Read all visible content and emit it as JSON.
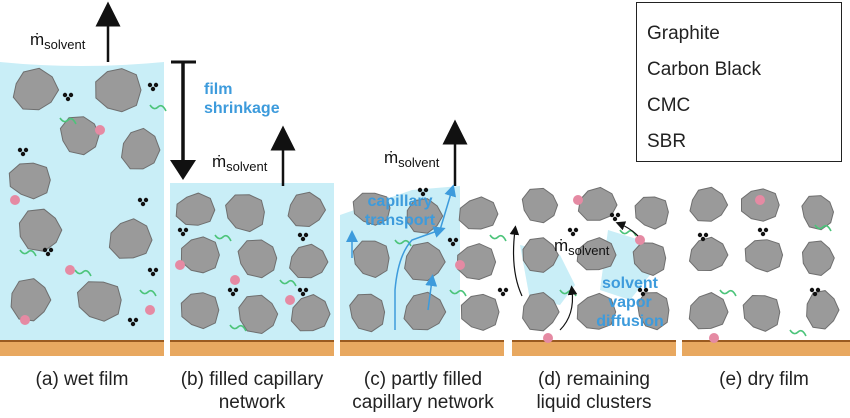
{
  "legend": {
    "graphite": "Graphite",
    "carbon_black": "Carbon Black",
    "cmc": "CMC",
    "sbr": "SBR"
  },
  "flux": {
    "symbol": "ṁ",
    "subscript": "solvent"
  },
  "annotations": {
    "film_shrinkage_1": "film",
    "film_shrinkage_2": "shrinkage",
    "capillary_transport_1": "capillary",
    "capillary_transport_2": "transport",
    "vapor_diffusion_1": "solvent",
    "vapor_diffusion_2": "vapor",
    "vapor_diffusion_3": "diffusion"
  },
  "panels": [
    {
      "line1": "(a) wet film",
      "line2": ""
    },
    {
      "line1": "(b) filled capillary",
      "line2": "network"
    },
    {
      "line1": "(c) partly filled",
      "line2": "capillary network"
    },
    {
      "line1": "(d) remaining",
      "line2": "liquid clusters"
    },
    {
      "line1": "(e) dry film",
      "line2": ""
    }
  ],
  "colors": {
    "solvent": "#c9eef7",
    "graphite": "#9a9a9a",
    "graphite_dark": "#6f6f6f",
    "substrate": "#e8a860",
    "substrate_dark": "#9a5a20",
    "cmc": "#4cc47a",
    "sbr": "#e58aa3",
    "carbon_black": "#111111",
    "annotation_blue": "#3d9bdc"
  }
}
